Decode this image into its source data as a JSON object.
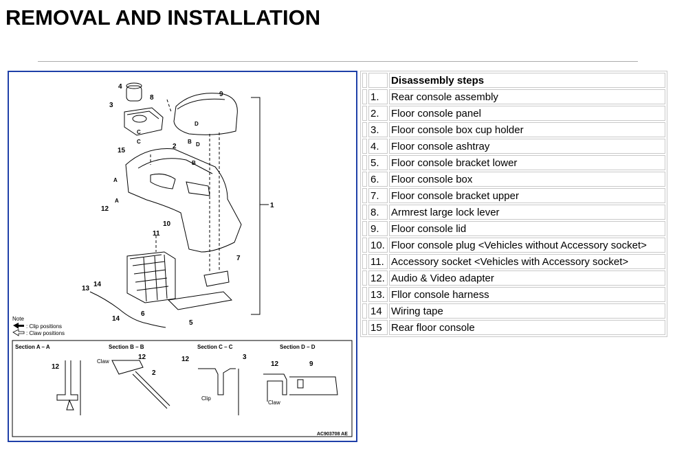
{
  "page": {
    "title": "REMOVAL AND INSTALLATION"
  },
  "figure": {
    "callouts": [
      "1",
      "2",
      "3",
      "4",
      "5",
      "6",
      "7",
      "8",
      "9",
      "10",
      "11",
      "12",
      "13",
      "14",
      "15"
    ],
    "arrow_labels": {
      "a": "A",
      "b": "B",
      "c": "C",
      "d": "D"
    },
    "note": {
      "heading": "Note",
      "clip": ": Clip positions",
      "claw": ": Claw positions"
    },
    "sections": [
      {
        "title": "Section A – A",
        "labels": [
          "12"
        ]
      },
      {
        "title": "Section B – B",
        "labels": [
          "Claw",
          "12",
          "2"
        ]
      },
      {
        "title": "Section C – C",
        "labels": [
          "12",
          "3",
          "Clip"
        ]
      },
      {
        "title": "Section D – D",
        "labels": [
          "12",
          "9",
          "Claw"
        ]
      }
    ],
    "figure_code": "AC903708 AE"
  },
  "steps": {
    "header": "Disassembly steps",
    "rows": [
      {
        "num": "1.",
        "text": "Rear console assembly"
      },
      {
        "num": "2.",
        "text": "Floor console panel"
      },
      {
        "num": "3.",
        "text": "Floor console box cup holder"
      },
      {
        "num": "4.",
        "text": "Floor console ashtray"
      },
      {
        "num": "5.",
        "text": "Floor console bracket lower"
      },
      {
        "num": "6.",
        "text": "Floor console box"
      },
      {
        "num": "7.",
        "text": "Floor console bracket upper"
      },
      {
        "num": "8.",
        "text": "Armrest large lock lever"
      },
      {
        "num": "9.",
        "text": "Floor console lid"
      },
      {
        "num": "10.",
        "text": "Floor console plug <Vehicles without Accessory socket>"
      },
      {
        "num": "11.",
        "text": "Accessory socket <Vehicles with Accessory socket>"
      },
      {
        "num": "12.",
        "text": "Audio & Video adapter"
      },
      {
        "num": "13.",
        "text": "Fllor console harness"
      },
      {
        "num": "14",
        "text": "Wiring tape"
      },
      {
        "num": "15",
        "text": "Rear floor console"
      }
    ]
  }
}
